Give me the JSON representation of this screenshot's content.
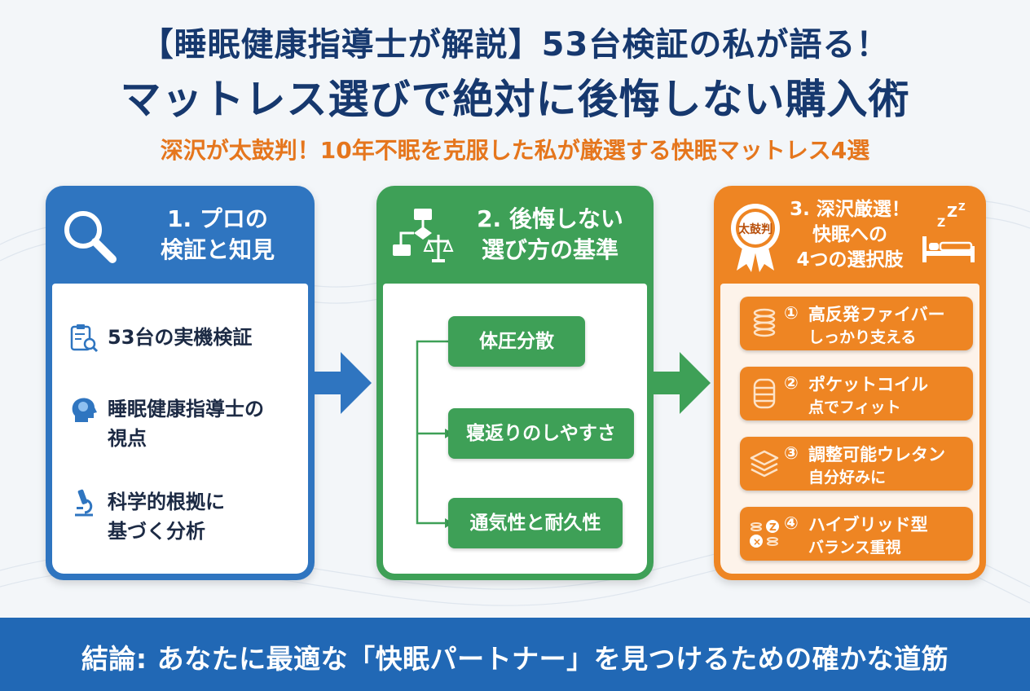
{
  "title_line1": "【睡眠健康指導士が解説】53台検証の私が語る！",
  "title_line2": "マットレス選びで絶対に後悔しない購入術",
  "subtitle": "深沢が太鼓判！10年不眠を克服した私が厳選する快眠マットレス4選",
  "panel1": {
    "title": "1. プロの\n検証と知見",
    "items": [
      {
        "text": "53台の実機検証",
        "icon": "clipboard-search-icon"
      },
      {
        "text": "睡眠健康指導士の\n視点",
        "icon": "brain-head-icon"
      },
      {
        "text": "科学的根拠に\n基づく分析",
        "icon": "microscope-icon"
      }
    ]
  },
  "panel2": {
    "title": "2. 後悔しない\n選び方の基準",
    "items": [
      "体圧分散",
      "寝返りのしやすさ",
      "通気性と耐久性"
    ]
  },
  "panel3": {
    "title": "3. 深沢厳選！\n快眠への\n4つの選択肢",
    "badge": "太鼓判",
    "items": [
      {
        "num": "①",
        "line1": "高反発ファイバー",
        "line2": "しっかり支える",
        "icon": "spring-coil-icon"
      },
      {
        "num": "②",
        "line1": "ポケットコイル",
        "line2": "点でフィット",
        "icon": "pocket-coil-icon"
      },
      {
        "num": "③",
        "line1": "調整可能ウレタン",
        "line2": "自分好みに",
        "icon": "layers-icon"
      },
      {
        "num": "④",
        "line1": "ハイブリッド型",
        "line2": "バランス重視",
        "icon": "hybrid-icon"
      }
    ]
  },
  "footer": "結論: あなたに最適な「快眠パートナー」を見つけるための確かな道筋",
  "colors": {
    "blue": "#2f75c0",
    "green": "#3ea057",
    "orange": "#ee8523",
    "navy": "#16386e",
    "footer": "#2168b5"
  }
}
